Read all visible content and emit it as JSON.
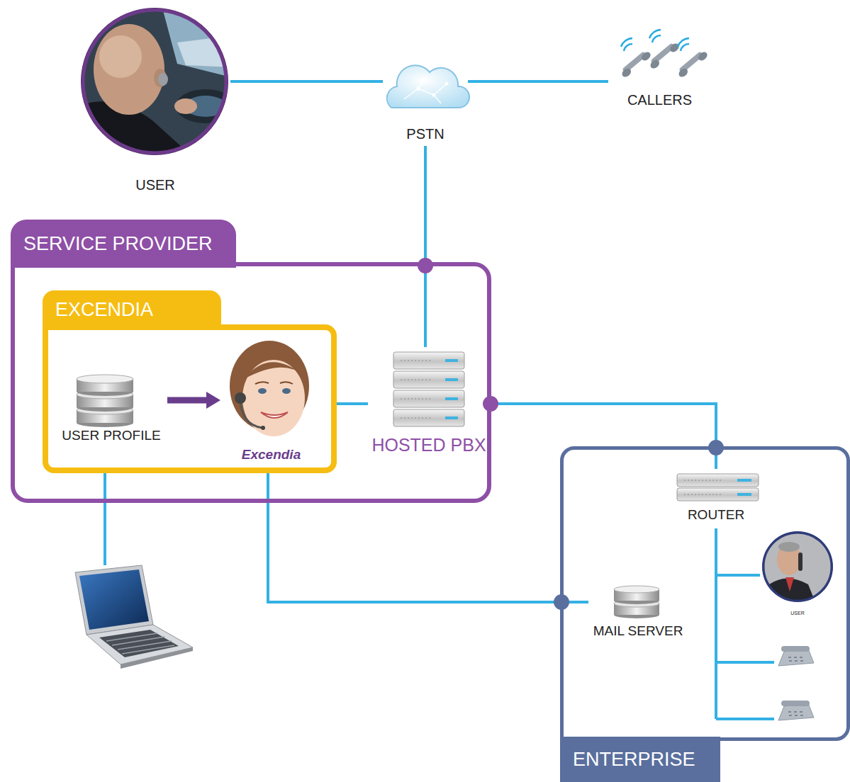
{
  "diagram": {
    "nodes": [
      {
        "text": [
          "USER"
        ]
      },
      {
        "text": [
          "PSTN"
        ]
      },
      {
        "text": [
          "CALLERS"
        ]
      },
      {
        "text": [
          "SERVICE PROVIDER"
        ]
      },
      {
        "text": [
          "EXCENDIA"
        ],
        "in": 3
      },
      {
        "text": [
          "USER PROFILE"
        ],
        "in": 4
      },
      {
        "text": [
          "Excendia"
        ],
        "in": 4
      },
      {
        "text": [
          "HOSTED PBX"
        ],
        "in": 3
      },
      {
        "text": [
          "ENTERPRISE"
        ]
      },
      {
        "text": [
          "ROUTER"
        ],
        "in": 8
      },
      {
        "text": [
          "USER"
        ],
        "in": 8
      },
      {
        "text": [
          "MAIL SERVER"
        ],
        "in": 8
      }
    ],
    "edges": [
      {
        "from": 0,
        "to": 1,
        "arrow": "none"
      },
      {
        "from": 1,
        "to": 2,
        "arrow": "none"
      },
      {
        "from": 1,
        "to": 7,
        "arrow": "none"
      },
      {
        "from": 5,
        "to": 6,
        "arrow": "to"
      },
      {
        "from": 4,
        "to": 7,
        "arrow": "none"
      },
      {
        "from": 7,
        "to": 9,
        "arrow": "none"
      },
      {
        "from": 4,
        "to": 11,
        "arrow": "none"
      },
      {
        "from": 9,
        "to": 10,
        "arrow": "none"
      }
    ]
  }
}
